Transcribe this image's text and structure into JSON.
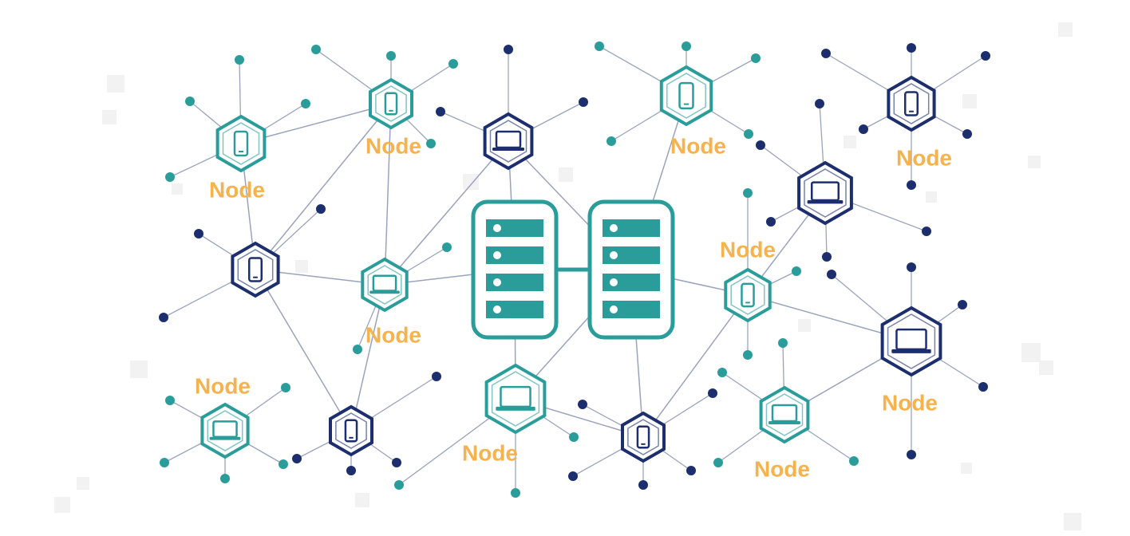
{
  "diagram": {
    "type": "network",
    "colors": {
      "teal": "#2a9d9a",
      "navy": "#1d2e6e",
      "label": "#f6b24c",
      "edge": "#9aa3bd",
      "background_squares": "#f2f2f2"
    },
    "servers": [
      {
        "id": "server-left",
        "icon": "server-rack-icon",
        "color": "teal"
      },
      {
        "id": "server-right",
        "icon": "server-rack-icon",
        "color": "teal"
      }
    ],
    "nodes": [
      {
        "id": "n1",
        "icon": "phone-icon",
        "color": "teal",
        "label": "Node"
      },
      {
        "id": "n2",
        "icon": "phone-icon",
        "color": "teal",
        "label": "Node"
      },
      {
        "id": "n3",
        "icon": "laptop-icon",
        "color": "navy",
        "label": ""
      },
      {
        "id": "n4",
        "icon": "phone-icon",
        "color": "teal",
        "label": "Node"
      },
      {
        "id": "n5",
        "icon": "phone-icon",
        "color": "navy",
        "label": "Node"
      },
      {
        "id": "n6",
        "icon": "laptop-icon",
        "color": "navy",
        "label": ""
      },
      {
        "id": "n7",
        "icon": "phone-icon",
        "color": "navy",
        "label": ""
      },
      {
        "id": "n8",
        "icon": "laptop-icon",
        "color": "teal",
        "label": "Node"
      },
      {
        "id": "n9",
        "icon": "phone-icon",
        "color": "teal",
        "label": "Node"
      },
      {
        "id": "n10",
        "icon": "laptop-icon",
        "color": "navy",
        "label": "Node"
      },
      {
        "id": "n11",
        "icon": "laptop-icon",
        "color": "teal",
        "label": "Node"
      },
      {
        "id": "n12",
        "icon": "phone-icon",
        "color": "navy",
        "label": ""
      },
      {
        "id": "n13",
        "icon": "laptop-icon",
        "color": "teal",
        "label": "Node"
      },
      {
        "id": "n14",
        "icon": "phone-icon",
        "color": "navy",
        "label": ""
      },
      {
        "id": "n15",
        "icon": "laptop-icon",
        "color": "teal",
        "label": "Node"
      }
    ],
    "edges": [
      [
        "server-left",
        "server-right"
      ],
      [
        "n3",
        "server-left"
      ],
      [
        "n3",
        "server-right"
      ],
      [
        "n3",
        "n8"
      ],
      [
        "n4",
        "server-right"
      ],
      [
        "n8",
        "n2"
      ],
      [
        "n8",
        "n7"
      ],
      [
        "n8",
        "server-left"
      ],
      [
        "n7",
        "n1"
      ],
      [
        "n7",
        "n2"
      ],
      [
        "n7",
        "n12"
      ],
      [
        "n12",
        "n8"
      ],
      [
        "n13",
        "server-left"
      ],
      [
        "n13",
        "server-right"
      ],
      [
        "n14",
        "server-right"
      ],
      [
        "n9",
        "server-right"
      ],
      [
        "n9",
        "n14"
      ],
      [
        "n9",
        "n10"
      ],
      [
        "n9",
        "n6"
      ],
      [
        "n10",
        "n15"
      ],
      [
        "n1",
        "n2"
      ],
      [
        "n13",
        "n14"
      ]
    ]
  }
}
